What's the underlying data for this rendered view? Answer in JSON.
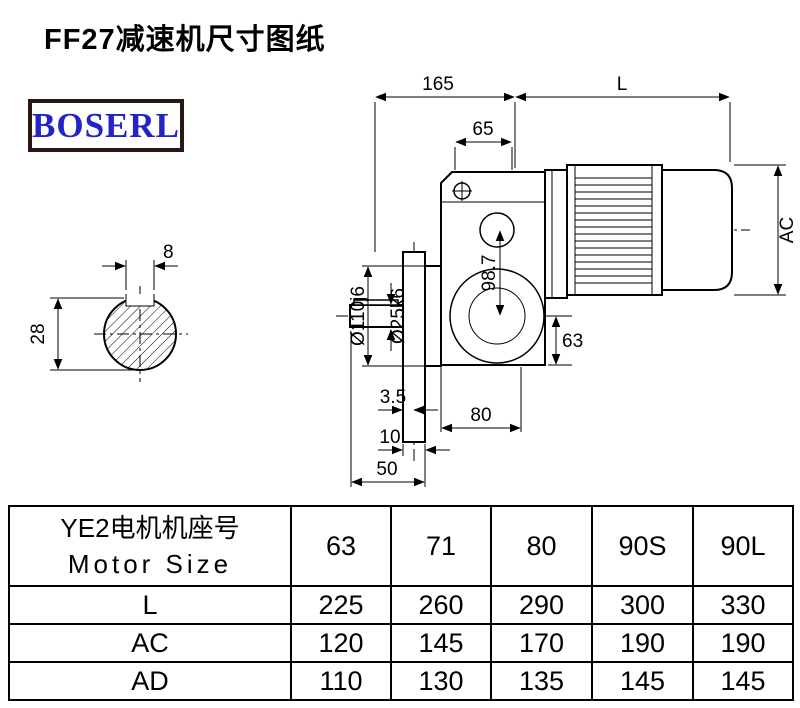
{
  "page": {
    "title": "FF27减速机尺寸图纸",
    "brand": "BOSERL"
  },
  "drawing": {
    "dims": {
      "top_width": "165",
      "motor_length": "L",
      "boss_width": "65",
      "motor_height": "AC",
      "key_width": "8",
      "section_height": "28",
      "flange_dia": "Ø110j6",
      "shaft_dia": "Ø25k6",
      "center_distance": "98.7",
      "axis_height": "63",
      "step": "3.5",
      "base_width": "80",
      "flange_thick": "10",
      "shaft_len": "50"
    }
  },
  "table": {
    "row_header": {
      "cn": "YE2电机机座号",
      "en": "Motor Size"
    },
    "columns": [
      "63",
      "71",
      "80",
      "90S",
      "90L"
    ],
    "rows": [
      {
        "label": "L",
        "values": [
          "225",
          "260",
          "290",
          "300",
          "330"
        ]
      },
      {
        "label": "AC",
        "values": [
          "120",
          "145",
          "170",
          "190",
          "190"
        ]
      },
      {
        "label": "AD",
        "values": [
          "110",
          "130",
          "135",
          "145",
          "145"
        ]
      }
    ]
  }
}
